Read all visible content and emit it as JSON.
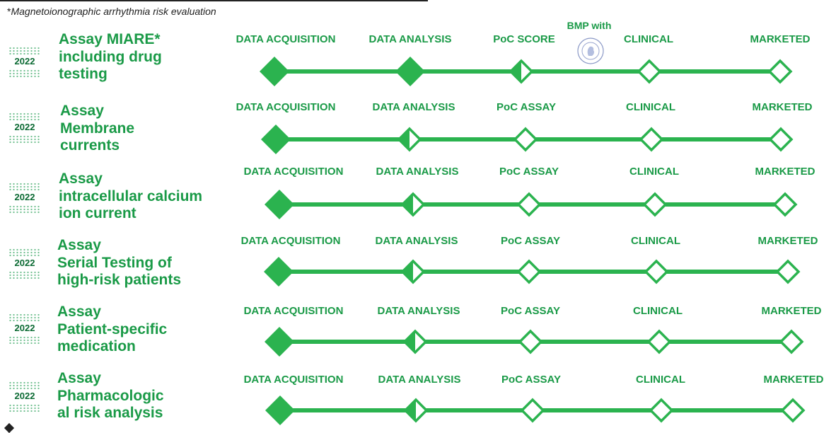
{
  "footnote": {
    "marker": "*",
    "text": "Magnetoionographic arrhythmia risk evaluation"
  },
  "colors": {
    "green": "#2bb34f",
    "label_green": "#1a9a47",
    "badge_green": "#0b6a33"
  },
  "rows": [
    {
      "year": "2022",
      "title_lines": [
        "Assay MIARE*",
        "including drug",
        "testing"
      ],
      "stages": [
        "DATA ACQUISITION",
        "DATA ANALYSIS",
        "PoC SCORE",
        "CLINICAL",
        "MARKETED"
      ],
      "status": [
        "filled",
        "filled",
        "half",
        "empty",
        "empty"
      ],
      "extra_label": "BMP with",
      "extra_icon": "university-seal-icon"
    },
    {
      "year": "2022",
      "title_lines": [
        "Assay",
        "Membrane",
        "currents"
      ],
      "stages": [
        "DATA ACQUISITION",
        "DATA ANALYSIS",
        "PoC ASSAY",
        "CLINICAL",
        "MARKETED"
      ],
      "status": [
        "filled",
        "half",
        "empty",
        "empty",
        "empty"
      ]
    },
    {
      "year": "2022",
      "title_lines": [
        "Assay",
        "intracellular calcium",
        "ion current"
      ],
      "stages": [
        "DATA ACQUISITION",
        "DATA ANALYSIS",
        "PoC ASSAY",
        "CLINICAL",
        "MARKETED"
      ],
      "status": [
        "filled",
        "half",
        "empty",
        "empty",
        "empty"
      ]
    },
    {
      "year": "2022",
      "title_lines": [
        "Assay",
        "Serial Testing of",
        "high-risk patients"
      ],
      "stages": [
        "DATA ACQUISITION",
        "DATA ANALYSIS",
        "PoC ASSAY",
        "CLINICAL",
        "MARKETED"
      ],
      "status": [
        "filled",
        "half",
        "empty",
        "empty",
        "empty"
      ]
    },
    {
      "year": "2022",
      "title_lines": [
        "Assay",
        "Patient-specific",
        "medication"
      ],
      "stages": [
        "DATA ACQUISITION",
        "DATA ANALYSIS",
        "PoC ASSAY",
        "CLINICAL",
        "MARKETED"
      ],
      "status": [
        "filled",
        "half",
        "empty",
        "empty",
        "empty"
      ]
    },
    {
      "year": "2022",
      "title_lines": [
        "Assay",
        "Pharmacologic",
        "al risk analysis"
      ],
      "stages": [
        "DATA ACQUISITION",
        "DATA ANALYSIS",
        "PoC ASSAY",
        "CLINICAL",
        "MARKETED"
      ],
      "status": [
        "filled",
        "half",
        "empty",
        "empty",
        "empty"
      ]
    }
  ]
}
